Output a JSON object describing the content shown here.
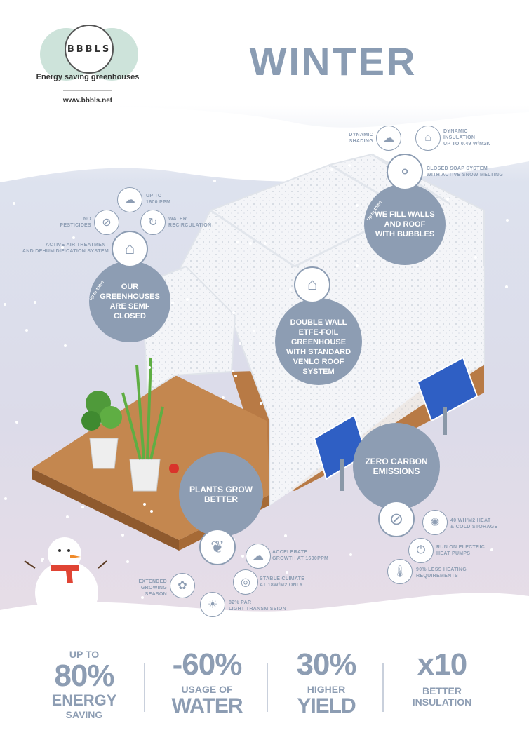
{
  "logo": {
    "name": "BBBLS",
    "tagline": "Energy saving greenhouses",
    "url": "www.bbbls.net"
  },
  "title": "WINTER",
  "colors": {
    "slate": "#8d9db3",
    "wood": "#b87a45",
    "solar": "#2f5fc4",
    "logo_green": "#cde3da"
  },
  "bubbles": {
    "main": "We fill walls and roof with bubbles",
    "badge": "Up to 100%",
    "items": [
      {
        "icon": "shading-icon",
        "label": "Dynamic\nshading"
      },
      {
        "icon": "insulation-icon",
        "label": "Dynamic\ninsulation\nup to 0.49 W/m2K"
      },
      {
        "icon": "bubbles-icon",
        "label": "Closed soap system\nwith active snow melting"
      }
    ]
  },
  "semi_closed": {
    "main": "Our greenhouses are semi-closed",
    "badge": "Up to 100%",
    "items": [
      {
        "icon": "co2-cloud-icon",
        "label": "Up to\n1600 PPM"
      },
      {
        "icon": "no-bug-icon",
        "label": "No\npesticides"
      },
      {
        "icon": "water-recirculation-icon",
        "label": "Water\nrecirculation"
      },
      {
        "icon": "greenhouse-plant-icon",
        "label": "Active air treatment\nand dehumidification system"
      }
    ]
  },
  "double_wall": {
    "main": "Double wall ETFE-foil greenhouse with standard Venlo roof system"
  },
  "zero_carbon": {
    "main": "Zero carbon emissions",
    "items": [
      {
        "icon": "heat-storage-icon",
        "label": "40 Wh/m2 heat\n& cold storage"
      },
      {
        "icon": "plug-icon",
        "label": "Run on electric\nheat pumps"
      },
      {
        "icon": "thermometer-icon",
        "label": "90% less heating\nrequirements"
      }
    ]
  },
  "plants": {
    "main": "Plants grow better",
    "items": [
      {
        "icon": "co2-cloud-icon",
        "label": "Accelerate\ngrowth at 1600ppm"
      },
      {
        "icon": "climate-icon",
        "label": "Stable climate\nat 18W/m2 only"
      },
      {
        "icon": "sun-icon",
        "label": "82% PAR\nlight transmission"
      },
      {
        "icon": "seasons-icon",
        "label": "Extended\ngrowing\nseason"
      }
    ]
  },
  "stats": [
    {
      "top": "UP TO",
      "big": "80%",
      "mid": "ENERGY",
      "bottom": "SAVING"
    },
    {
      "top": "",
      "big": "-60%",
      "mid": "USAGE OF",
      "bottom": "WATER"
    },
    {
      "top": "",
      "big": "30%",
      "mid": "HIGHER",
      "bottom": "YIELD"
    },
    {
      "top": "",
      "big": "x10",
      "mid": "BETTER",
      "bottom": "INSULATION"
    }
  ]
}
